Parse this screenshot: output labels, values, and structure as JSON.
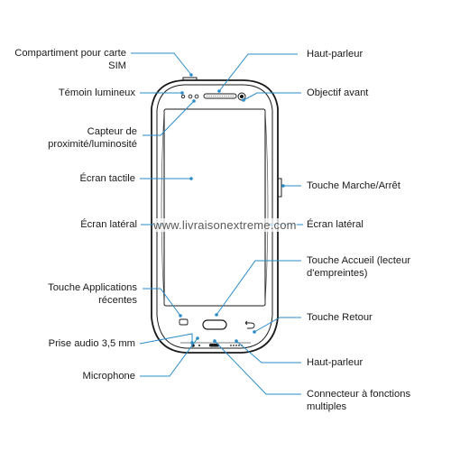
{
  "labels": {
    "left": {
      "sim": "Compartiment pour carte SIM",
      "led": "Témoin lumineux",
      "sensor": "Capteur de proximité/luminosité",
      "touchscreen": "Écran tactile",
      "edge": "Écran latéral",
      "recent": "Touche Applications récentes",
      "audio": "Prise audio 3,5 mm",
      "mic": "Microphone"
    },
    "right": {
      "speaker_top": "Haut-parleur",
      "camera": "Objectif avant",
      "power": "Touche Marche/Arrêt",
      "edge": "Écran latéral",
      "home": "Touche Accueil (lecteur d'empreintes)",
      "back": "Touche Retour",
      "speaker_bottom": "Haut-parleur",
      "connector": "Connecteur à fonctions multiples"
    }
  },
  "watermark": "www.livraisonextreme.com",
  "colors": {
    "leader": "#2a8cc9",
    "outline": "#1a1a1a",
    "text": "#1a1a1a"
  }
}
